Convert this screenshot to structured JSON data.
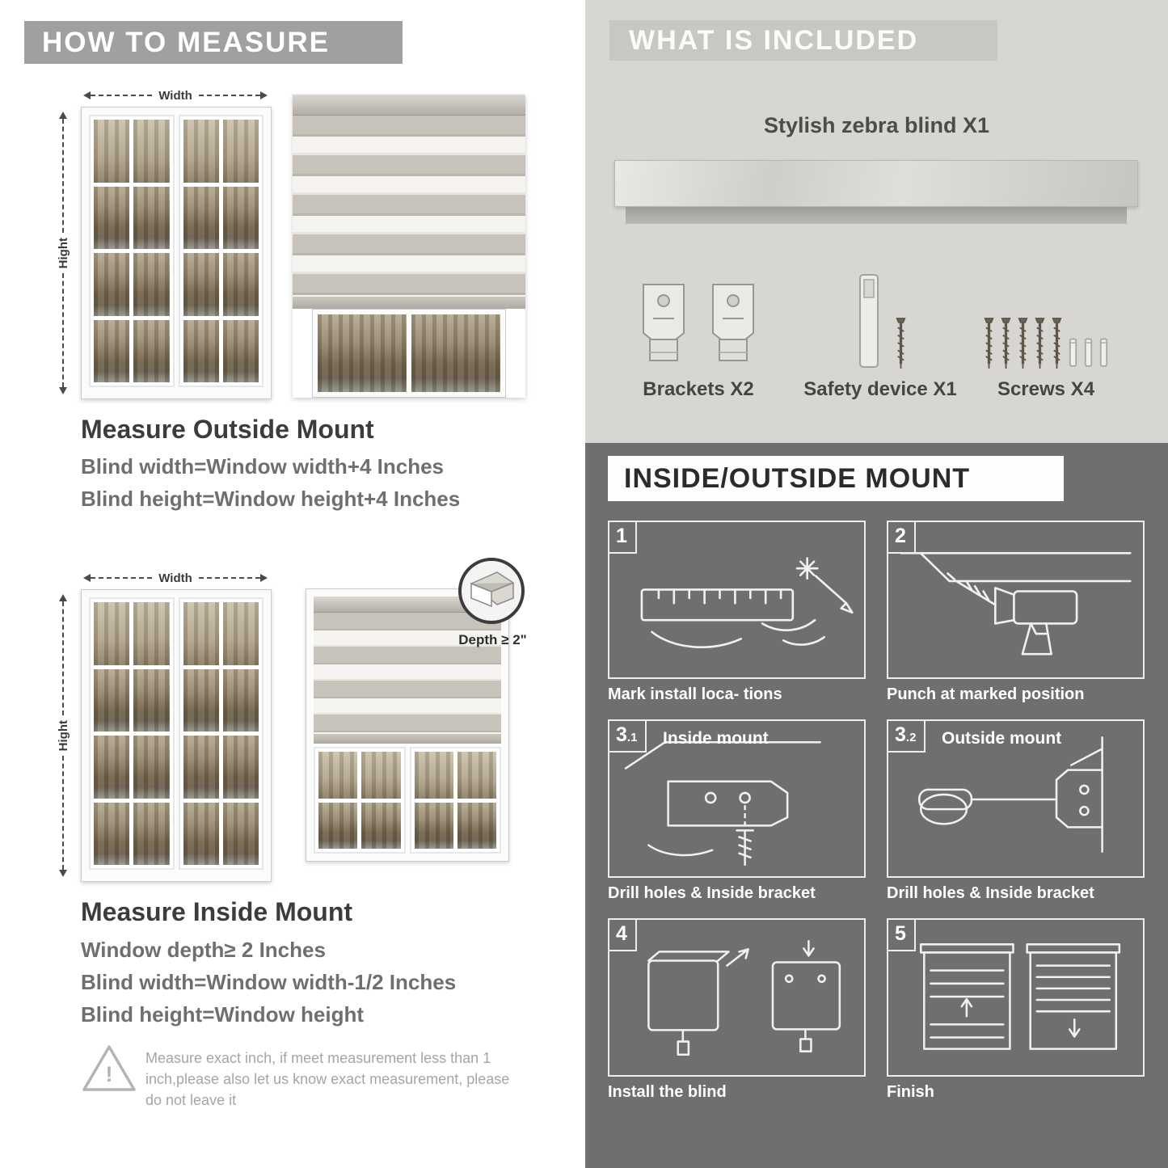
{
  "colors": {
    "left_banner": "#a2a09e",
    "included_panel": "#d7d6d3",
    "included_banner": "#c8c7c4",
    "mount_panel": "#6f6f6f",
    "heading_text": "#3c3c3c",
    "formula_text": "#6f6f6f",
    "caption_text": "#ffffff"
  },
  "icons": {
    "width_arrow": "double-headed-dashed-arrow",
    "height_arrow": "double-headed-dashed-arrow-vertical",
    "warning_triangle": "outlined-triangle-exclamation",
    "depth_detail": "magnifier-circle-corner-detail"
  },
  "how_to_measure": {
    "header": "HOW TO MEASURE",
    "width_label": "Width",
    "height_label": "Hight",
    "outside": {
      "title": "Measure Outside Mount",
      "lines": [
        "Blind width=Window width+4 Inches",
        "Blind height=Window height+4 Inches"
      ]
    },
    "inside": {
      "title": "Measure Inside Mount",
      "depth_callout": "Depth ≥ 2\"",
      "lines": [
        "Window depth≥ 2 Inches",
        "Blind width=Window width-1/2 Inches",
        "Blind height=Window height"
      ]
    },
    "warning_mark": "!",
    "warning_text": "Measure exact inch, if meet measurement less than 1 inch,please also let us know exact measurement, please do not leave it"
  },
  "included": {
    "header": "WHAT IS INCLUDED",
    "product": "Stylish zebra blind X1",
    "items": [
      {
        "label": "Brackets X2"
      },
      {
        "label": "Safety device X1"
      },
      {
        "label": "Screws X4"
      }
    ]
  },
  "mount": {
    "header": "INSIDE/OUTSIDE MOUNT",
    "steps": [
      {
        "num": "1",
        "sub": "",
        "label": "",
        "caption": "Mark install loca- tions"
      },
      {
        "num": "2",
        "sub": "",
        "label": "",
        "caption": "Punch at  marked position"
      },
      {
        "num": "3",
        "sub": ".1",
        "label": "Inside mount",
        "caption": "Drill holes &  Inside bracket"
      },
      {
        "num": "3",
        "sub": ".2",
        "label": "Outside mount",
        "caption": "Drill holes &  Inside bracket"
      },
      {
        "num": "4",
        "sub": "",
        "label": "",
        "caption": "Install the blind"
      },
      {
        "num": "5",
        "sub": "",
        "label": "",
        "caption": "Finish"
      }
    ]
  }
}
